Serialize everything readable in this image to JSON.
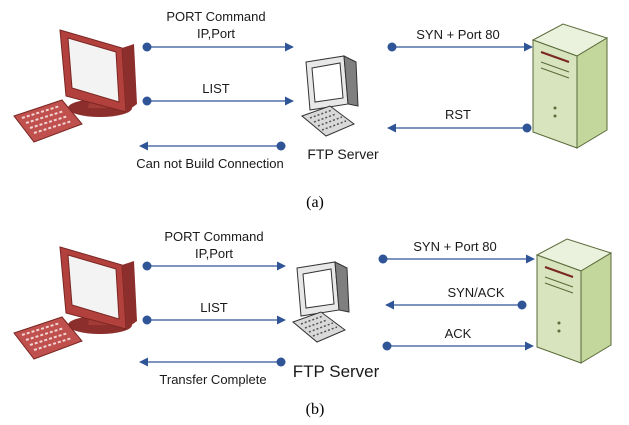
{
  "panel_a": {
    "port_command": "PORT Command",
    "ip_port": "IP,Port",
    "list": "LIST",
    "failure": "Can not Build Connection",
    "server": "FTP Server",
    "syn": "SYN + Port 80",
    "rst": "RST",
    "caption": "(a)"
  },
  "panel_b": {
    "port_command": "PORT Command",
    "ip_port": "IP,Port",
    "list": "LIST",
    "success": "Transfer Complete",
    "server": "FTP Server",
    "syn": "SYN + Port 80",
    "synack": "SYN/ACK",
    "ack": "ACK",
    "caption": "(b)"
  },
  "colors": {
    "arrow": "#2f5597",
    "client_red": "#c0504d",
    "server_green": "#d7e4bd"
  }
}
